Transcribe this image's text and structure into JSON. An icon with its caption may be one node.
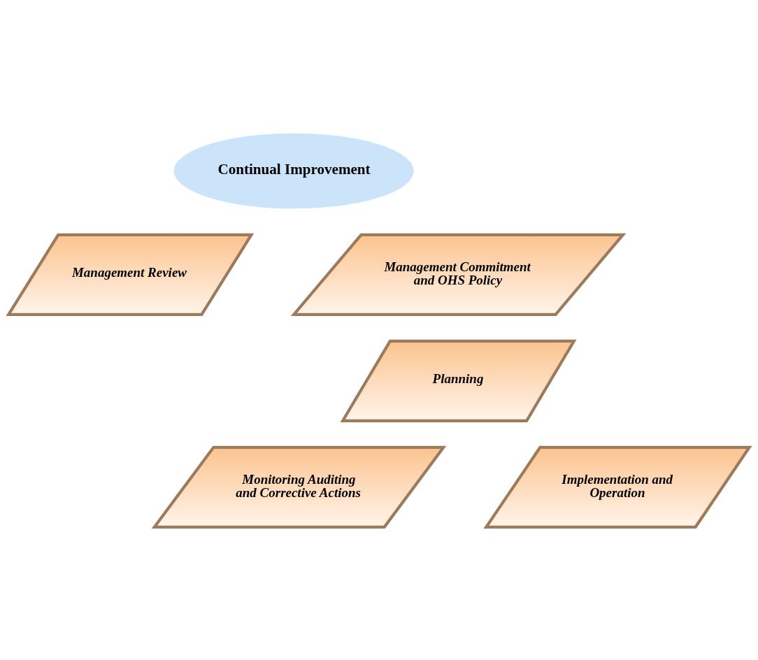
{
  "diagram": {
    "nodes": [
      {
        "text": [
          "Continual Improvement"
        ]
      },
      {
        "text": [
          "Management Review"
        ]
      },
      {
        "text": [
          "Management Commitment and OHS Policy"
        ]
      },
      {
        "text": [
          "Planning"
        ]
      },
      {
        "text": [
          "Implementation and Operation"
        ]
      },
      {
        "text": [
          "Monitoring Auditing and Corrective Actions"
        ]
      }
    ]
  }
}
